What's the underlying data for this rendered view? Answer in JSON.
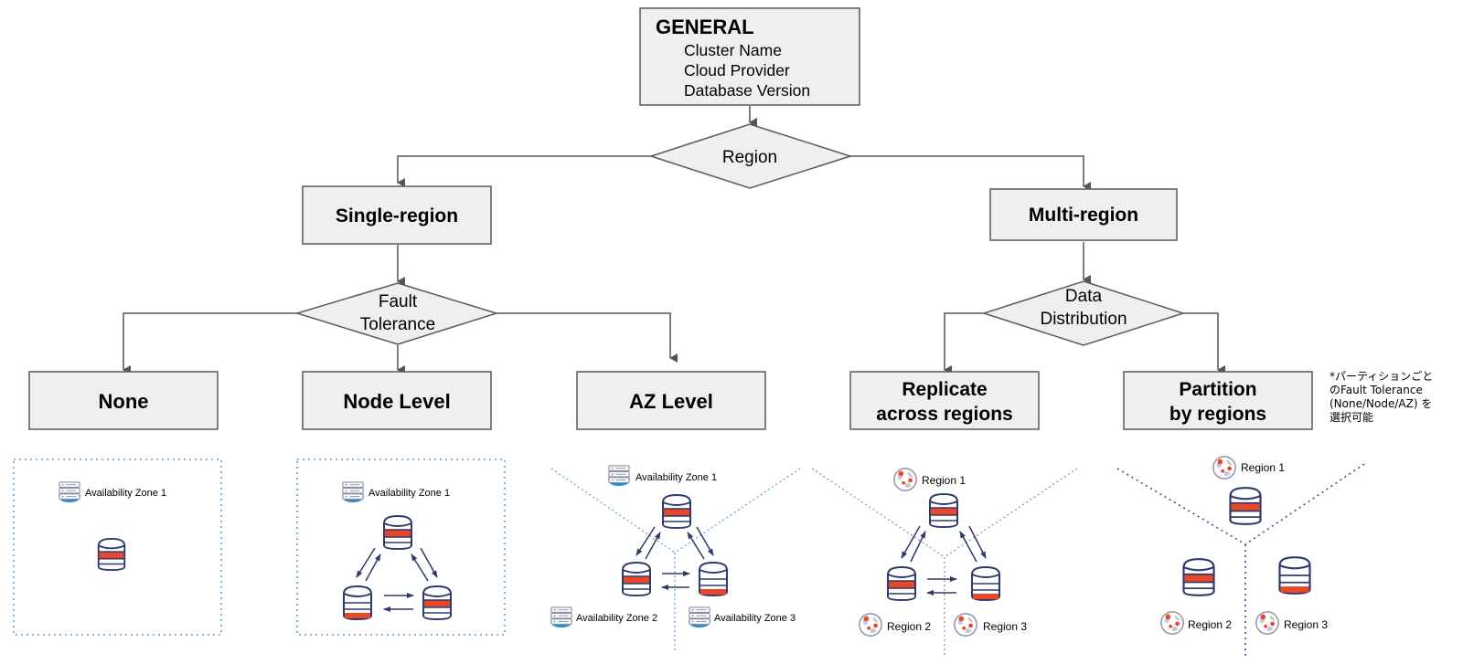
{
  "general": {
    "title": "GENERAL",
    "items": [
      "Cluster Name",
      "Cloud Provider",
      "Database Version"
    ]
  },
  "decisions": {
    "region": "Region",
    "fault_tolerance": [
      "Fault",
      "Tolerance"
    ],
    "data_distribution": [
      "Data",
      "Distribution"
    ]
  },
  "regions": {
    "single": "Single-region",
    "multi": "Multi-region"
  },
  "fault_levels": {
    "none": "None",
    "node": "Node Level",
    "az": "AZ Level"
  },
  "distribution": {
    "replicate": [
      "Replicate",
      "across regions"
    ],
    "partition": [
      "Partition",
      "by regions"
    ]
  },
  "note": [
    "*パーティションごと",
    "のFault Tolerance",
    "(None/Node/AZ) を",
    "選択可能"
  ],
  "illustrations": {
    "none": {
      "zone": "Availability Zone 1"
    },
    "node": {
      "zone": "Availability Zone 1"
    },
    "az": {
      "zones": [
        "Availability Zone 1",
        "Availability Zone 2",
        "Availability Zone 3"
      ]
    },
    "replicate": {
      "regions": [
        "Region 1",
        "Region 2",
        "Region 3"
      ]
    },
    "partition": {
      "regions": [
        "Region 1",
        "Region 2",
        "Region 3"
      ]
    }
  },
  "colors": {
    "box_fill": "#efefef",
    "box_stroke": "#595959",
    "db_red": "#e8472a",
    "db_navy": "#2e3a6b",
    "az_dot": "#5a9bd5",
    "region_dot": "#9b7ccf",
    "partition_dot": "#3a4aa0"
  }
}
